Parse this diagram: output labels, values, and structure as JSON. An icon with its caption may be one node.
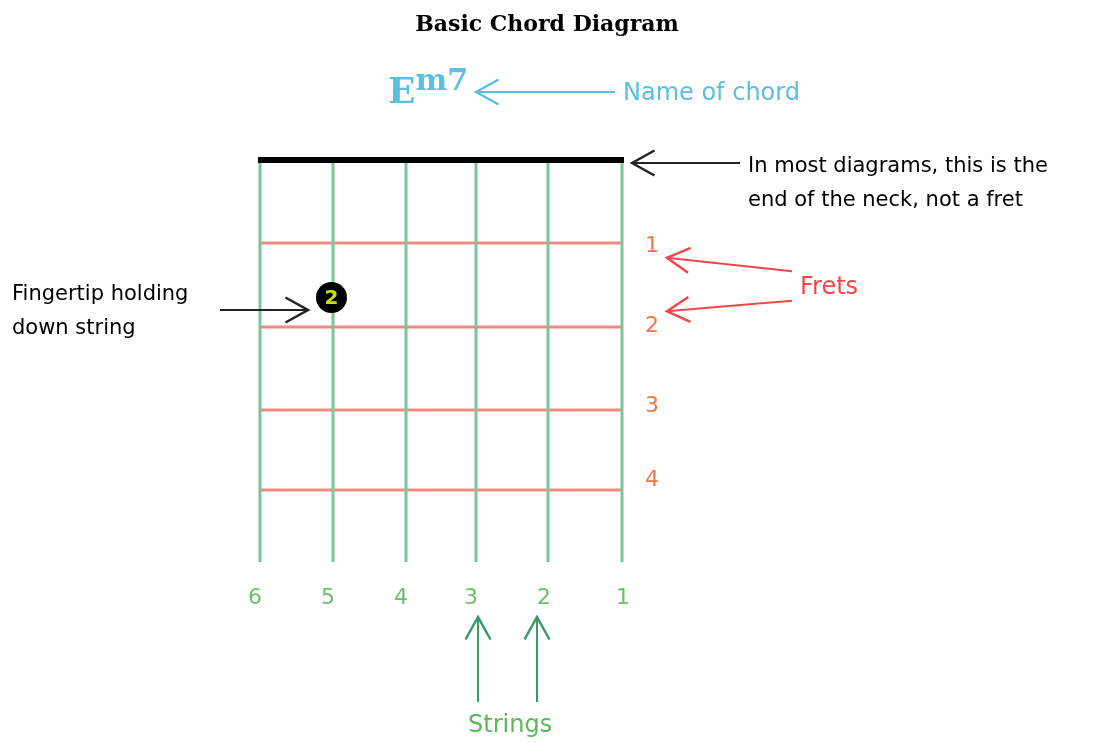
{
  "diagram": {
    "title": "Basic Chord Diagram",
    "nodes": [
      {
        "text": [
          "E$^{m7}$"
        ]
      },
      {
        "text": [
          "Name of chord"
        ]
      },
      {
        "text": [],
        "shape": "bar"
      },
      {
        "text": [
          "In most diagrams, this is the end of the neck, not a fret"
        ]
      },
      {
        "text": [
          "1"
        ]
      },
      {
        "text": [
          "Fingertip holding down string"
        ]
      },
      {
        "text": [
          "2"
        ]
      },
      {
        "text": [
          "Frets"
        ]
      },
      {
        "text": [
          "2"
        ]
      },
      {
        "text": [
          "3"
        ]
      },
      {
        "text": [
          "2"
        ]
      },
      {
        "text": [
          "Strings"
        ]
      }
    ],
    "edges": [
      {
        "from": 1,
        "to": 0,
        "arrow": "to",
        "color": "#5bc0de"
      },
      {
        "from": 3,
        "to": 2,
        "arrow": "to"
      },
      {
        "from": 7,
        "to": 4,
        "arrow": "to",
        "color": "#f04848"
      },
      {
        "from": 7,
        "to": 8,
        "arrow": "to",
        "color": "#f04848"
      },
      {
        "from": 5,
        "to": 6,
        "arrow": "to"
      },
      {
        "from": 11,
        "to": 9,
        "arrow": "to",
        "color": "#3a9a6a"
      },
      {
        "from": 11,
        "to": 10,
        "arrow": "to",
        "color": "#3a9a6a"
      }
    ],
    "labels": [
      "3",
      "4",
      "6",
      "5",
      "4",
      "1"
    ]
  }
}
